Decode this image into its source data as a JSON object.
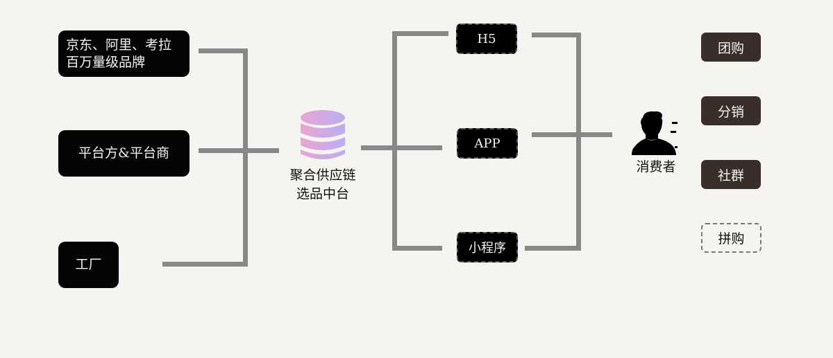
{
  "sources": [
    {
      "label_line1": "京东、阿里、考拉",
      "label_line2": "百万量级品牌"
    },
    {
      "label": "平台方&平台商"
    },
    {
      "label": "工厂"
    }
  ],
  "hub": {
    "icon": "database-icon",
    "label_line1": "聚合供应链",
    "label_line2": "选品中台",
    "gradient_start": "#e9a6d4",
    "gradient_end": "#b9aef1"
  },
  "channels": [
    {
      "label": "H5"
    },
    {
      "label": "APP"
    },
    {
      "label": "小程序"
    }
  ],
  "consumer": {
    "icon": "user-icon",
    "label": "消费者"
  },
  "modes": [
    {
      "label": "团购"
    },
    {
      "label": "分销"
    },
    {
      "label": "社群"
    },
    {
      "label": "拼购",
      "style": "dashed"
    }
  ],
  "colors": {
    "background": "#f5f4f0",
    "connector": "#888888",
    "node_fill": "#050505",
    "mode_fill": "#3a2e2b"
  }
}
